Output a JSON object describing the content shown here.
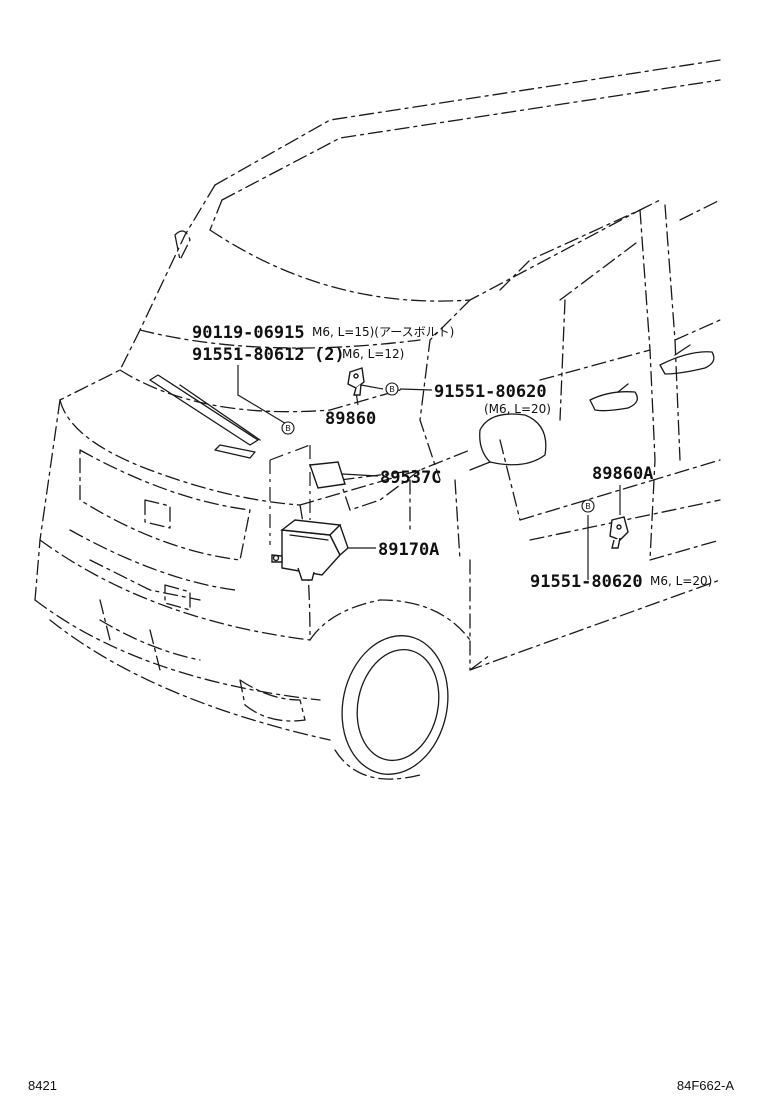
{
  "labels": {
    "p1_num": "90119-06915",
    "p1_spec": "M6, L=15)(アースボルト)",
    "p2_num": "91551-80612",
    "p2_qty": "(2)",
    "p2_spec": "M6, L=12)",
    "p3_num": "89860",
    "p4_num": "91551-80620",
    "p4_spec": "(M6, L=20)",
    "p5_num": "89537C",
    "p6_num": "89170A",
    "p7_num": "89860A",
    "p8_num": "91551-80620",
    "p8_spec": "M6, L=20)",
    "mark": "B"
  },
  "footer": {
    "left": "8421",
    "right": "84F662-A"
  }
}
